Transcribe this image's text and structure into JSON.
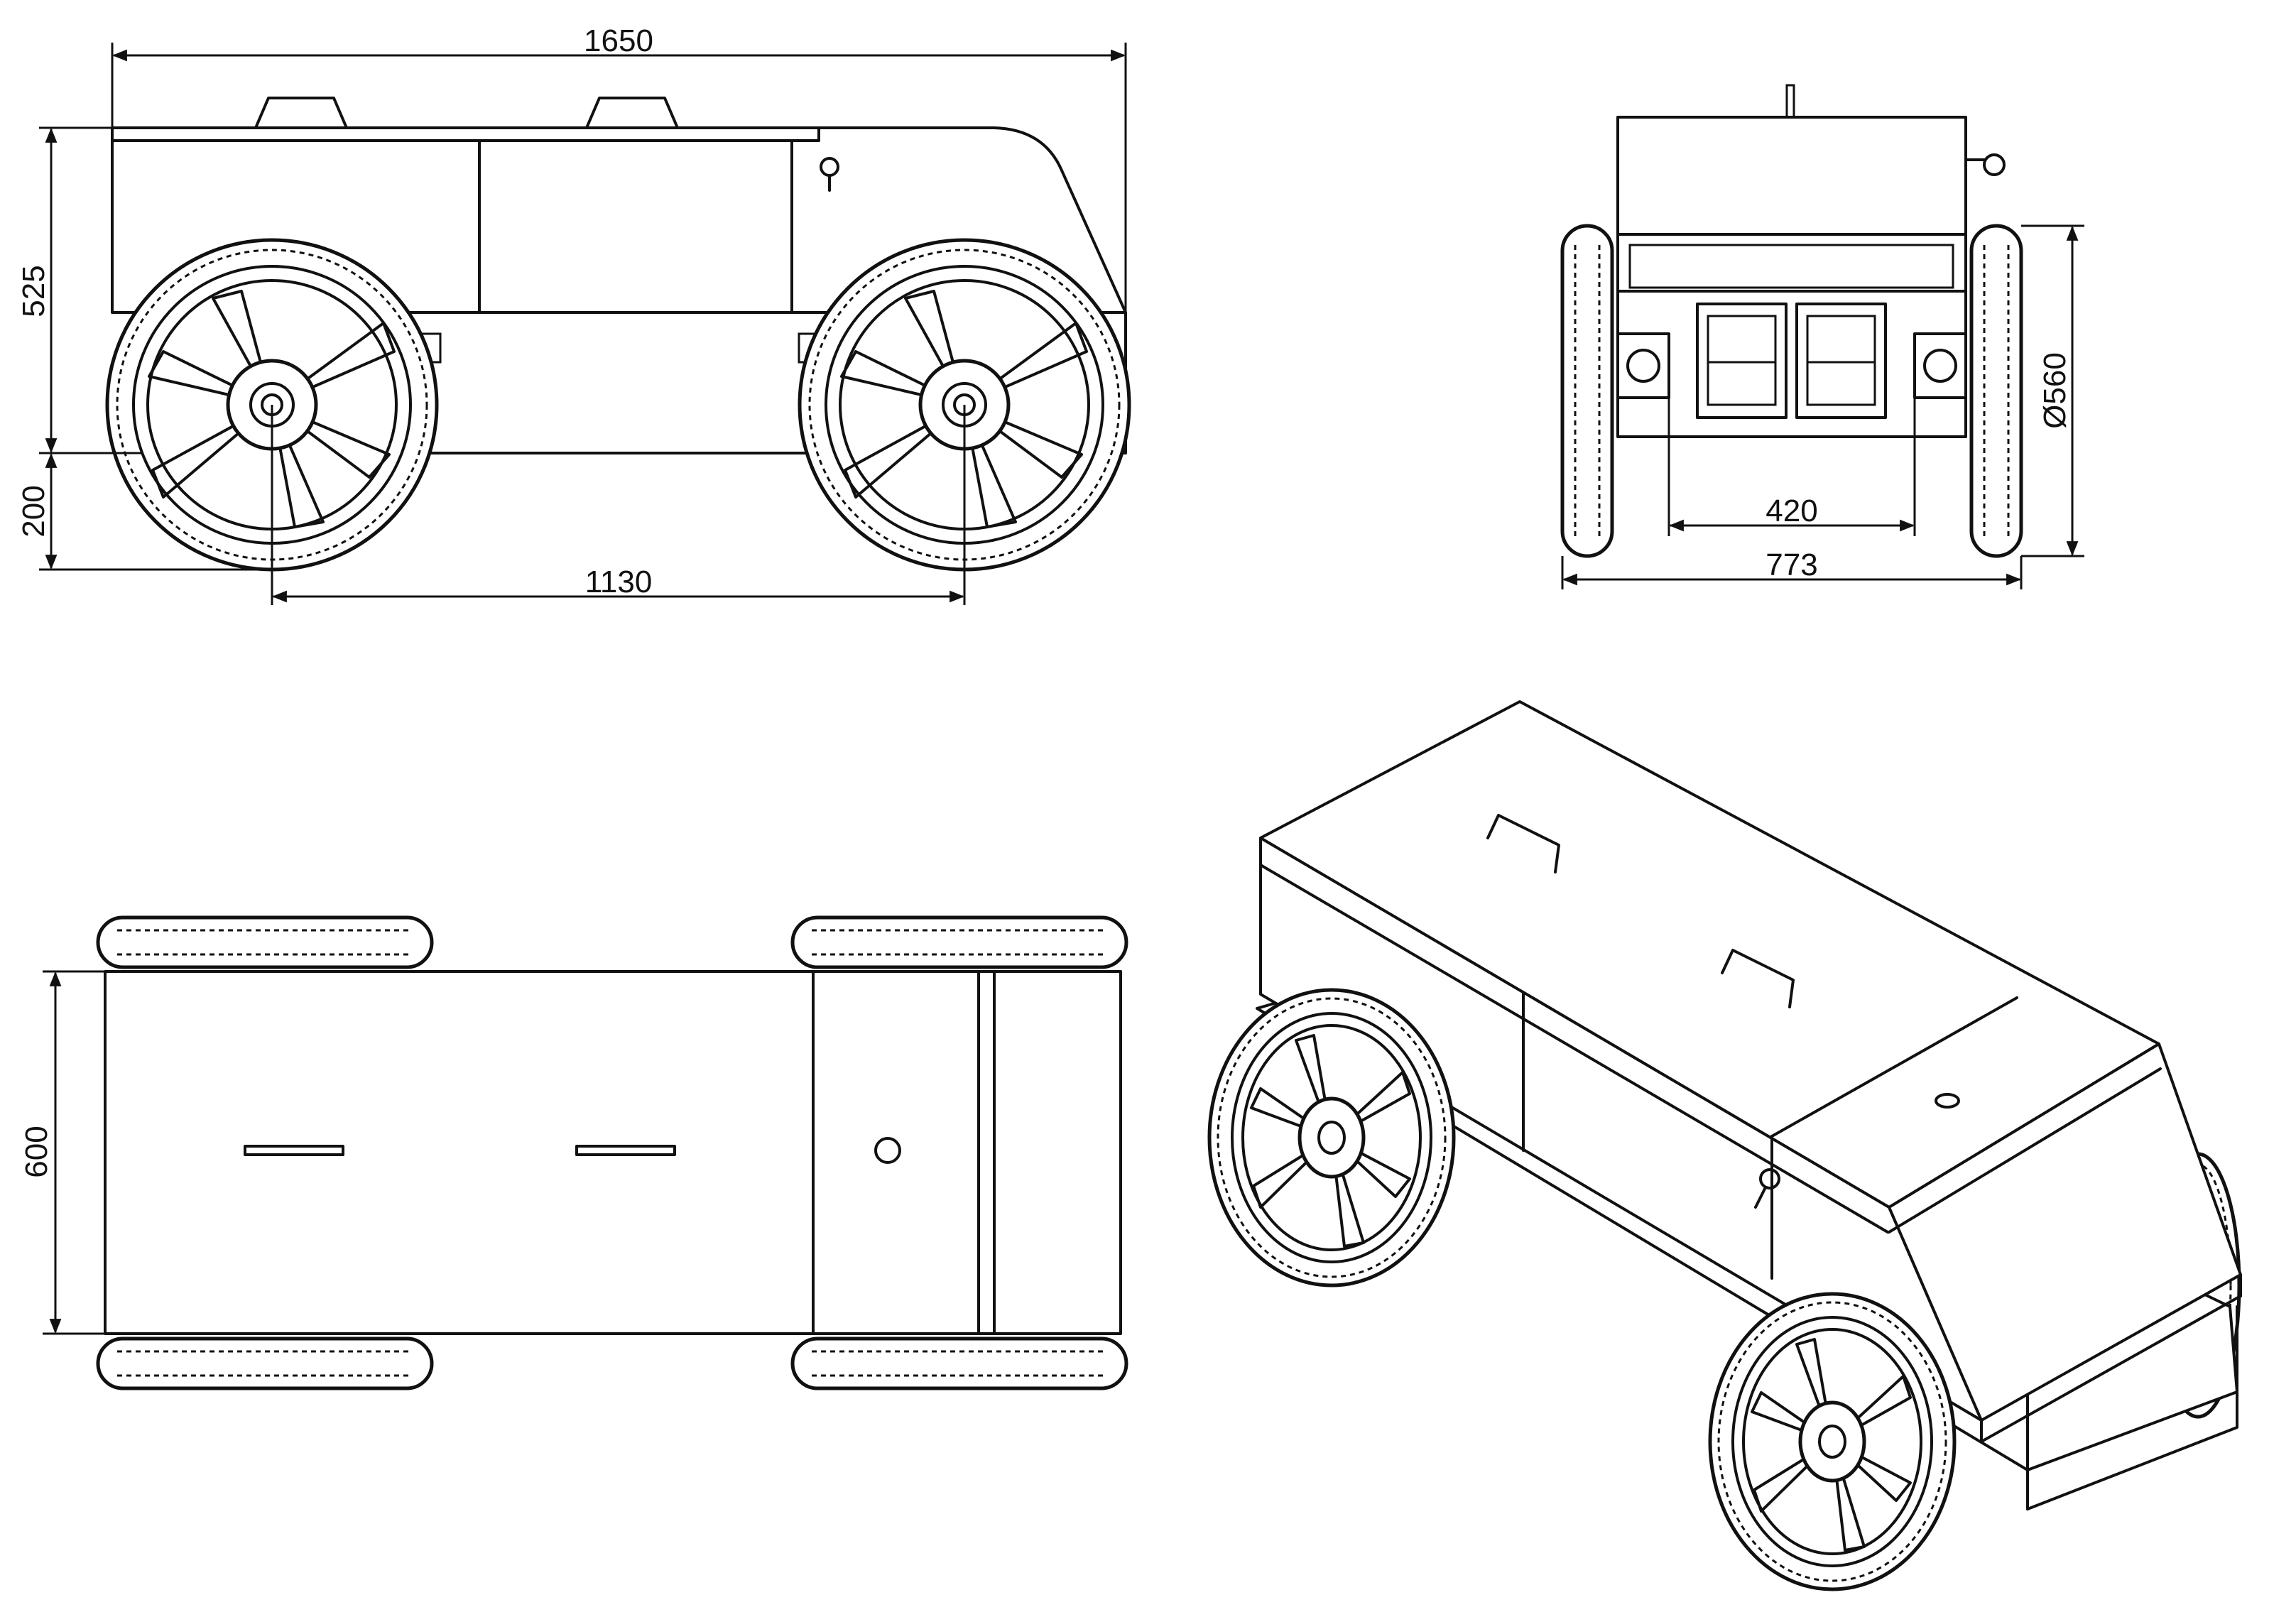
{
  "dimensions": {
    "length": "1650",
    "body_height": "525",
    "ground_clearance": "200",
    "wheelbase": "1130",
    "track_inner": "420",
    "overall_width": "773",
    "wheel_diameter": "Ø560",
    "body_width": "600"
  },
  "colors": {
    "line": "#111111",
    "background": "#ffffff"
  }
}
